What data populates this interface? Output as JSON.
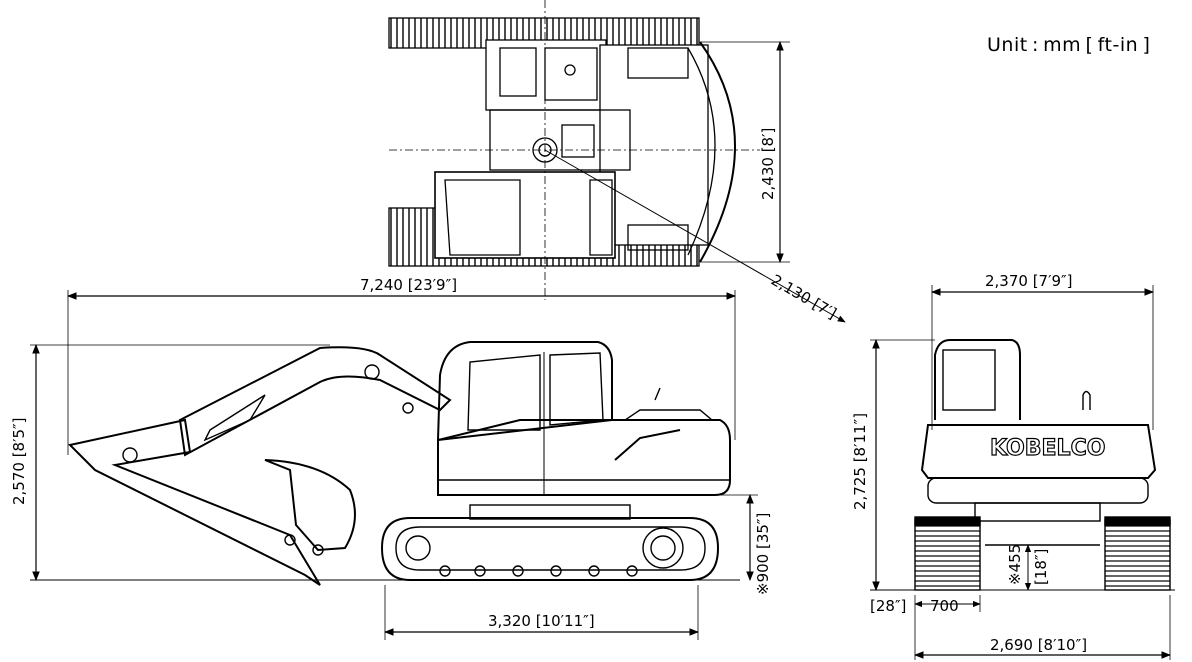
{
  "unit_label": "Unit : mm [ ft-in ]",
  "dimensions": {
    "overall_length": "7,240 [23′9″]",
    "height_boom": "2,570 [8′5″]",
    "ground_clearance": "※900 [35″]",
    "crawler_length": "3,320 [10′11″]",
    "cab_width_top": "2,430 [8′]",
    "tail_swing_radius": "2,130 [7′]",
    "upper_width": "2,370 [7′9″]",
    "overall_height": "2,725 [8′11″]",
    "min_ground_clearance": "※455",
    "min_ground_clearance_in": "[18″]",
    "shoe_width_in": "[28″]",
    "shoe_width": "700",
    "overall_width": "2,690 [8′10″]"
  },
  "brand": "KOBELCO"
}
